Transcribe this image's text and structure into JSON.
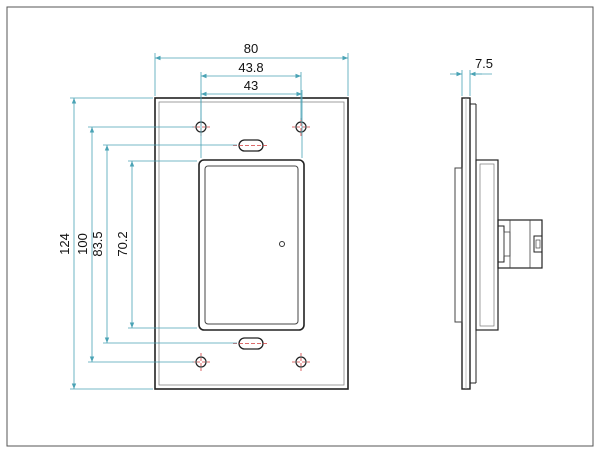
{
  "front_view": {
    "dimensions": {
      "overall_width": "80",
      "hole_spacing_horizontal": "43.8",
      "opening_width": "43",
      "overall_height": "124",
      "hole_spacing_vertical": "100",
      "slot_spacing": "83.5",
      "opening_height": "70.2"
    }
  },
  "side_view": {
    "dimensions": {
      "thickness": "7.5"
    }
  },
  "colors": {
    "outline": "#222222",
    "dimension_line": "#4aa3b5",
    "center_mark": "#d23c3c",
    "frame": "#555555"
  }
}
